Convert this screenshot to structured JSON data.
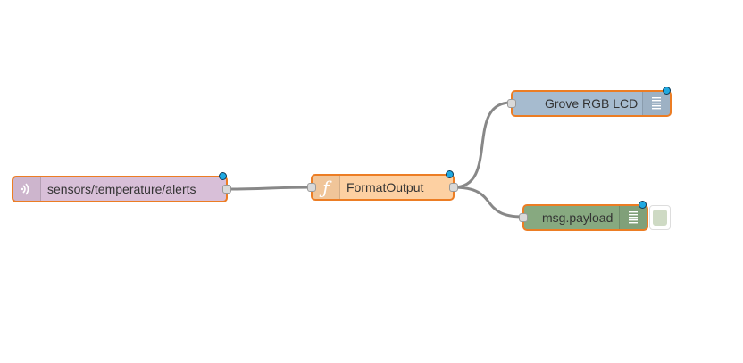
{
  "flow": {
    "nodes": {
      "mqtt_in": {
        "label": "sensors/temperature/alerts",
        "icon": "mqtt-wifi-icon",
        "color": "#d8bfd8"
      },
      "function": {
        "label": "FormatOutput",
        "icon": "function-icon",
        "color": "#fdd0a2"
      },
      "lcd": {
        "label": "Grove RGB LCD",
        "icon": "list-lines-icon",
        "color": "#a6bbcf"
      },
      "debug": {
        "label": "msg.payload",
        "icon": "list-lines-icon",
        "color": "#87a980"
      }
    },
    "colors": {
      "selected_border": "#ec7d24",
      "wire": "#888888",
      "status_dot": "#1fa9e1"
    }
  }
}
